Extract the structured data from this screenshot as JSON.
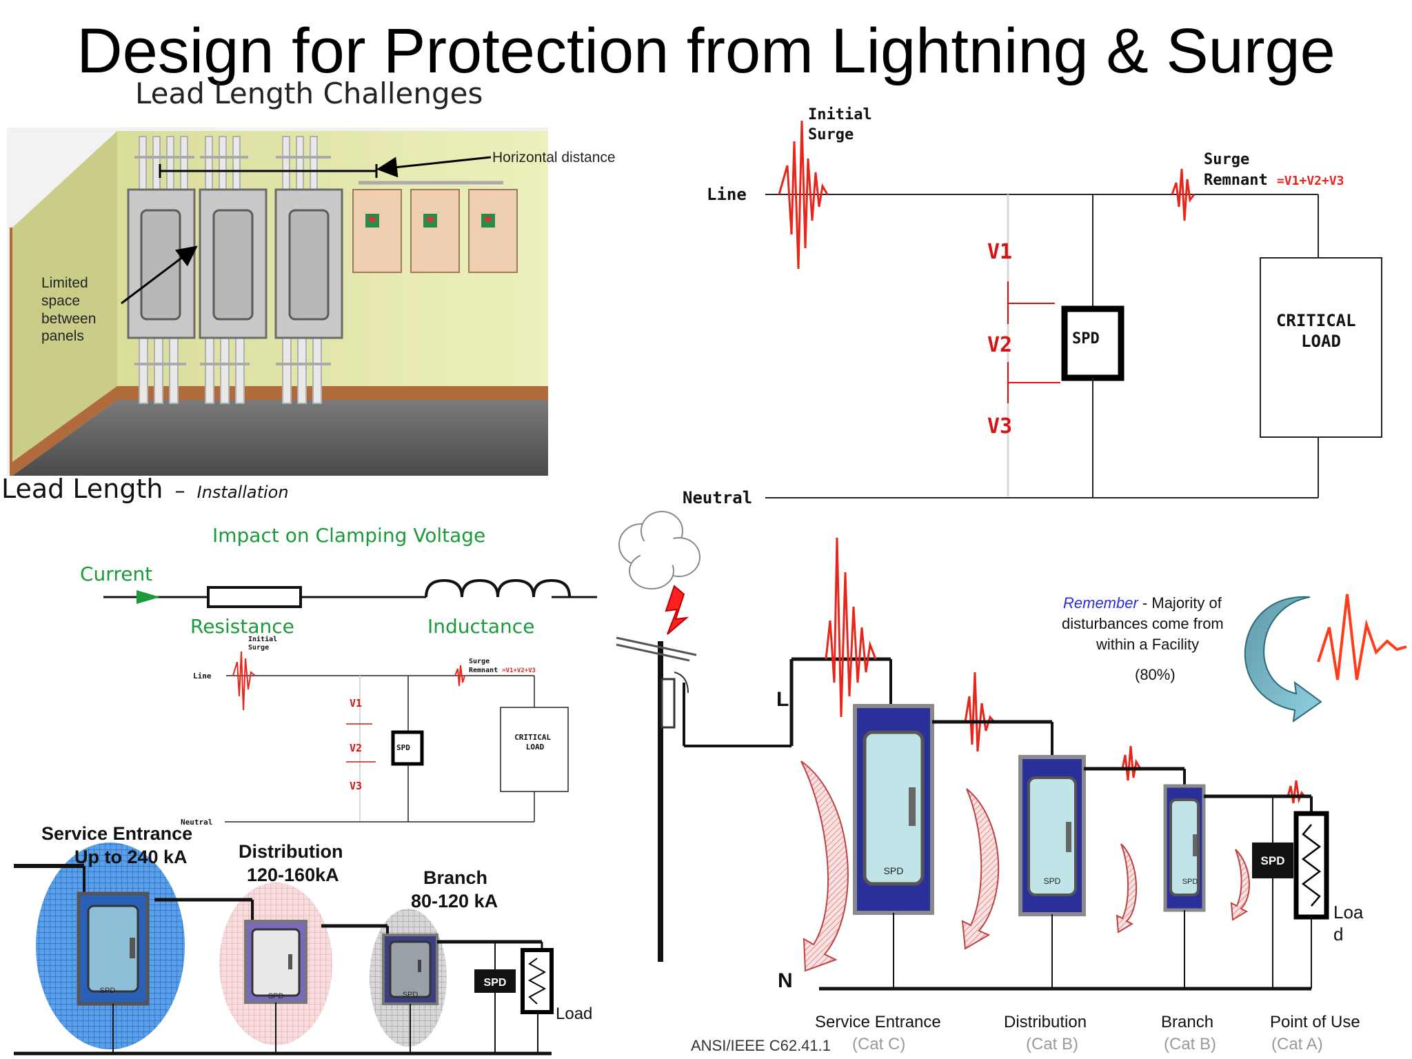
{
  "slide": {
    "title": "Design for Protection from Lightning &  Surge"
  },
  "panel_install": {
    "heading": "Lead Length Challenges",
    "horizontal_distance": "Horizontal distance",
    "limited_space_lines": [
      "Limited",
      "space",
      "between",
      "panels"
    ],
    "caption_main": "Lead Length",
    "caption_sep": "–",
    "caption_sub": "Installation"
  },
  "circuit_large": {
    "initial_surge_lines": [
      "Initial",
      "Surge"
    ],
    "line": "Line",
    "surge_remnant_label": "Surge",
    "remnant_word": "Remnant",
    "remnant_formula": "=V1+V2+V3",
    "v1": "V1",
    "v2": "V2",
    "v3": "V3",
    "spd": "SPD",
    "critical_load_lines": [
      "CRITICAL",
      "LOAD"
    ],
    "neutral": "Neutral"
  },
  "clamping": {
    "heading": "Impact on Clamping Voltage",
    "current": "Current",
    "resistance": "Resistance",
    "inductance": "Inductance"
  },
  "circuit_small": {
    "initial_surge_lines": [
      "Initial",
      "Surge"
    ],
    "line": "Line",
    "surge_remnant_label": "Surge",
    "remnant_word": "Remnant",
    "remnant_formula": "=V1+V2+V3",
    "v1": "V1",
    "v2": "V2",
    "v3": "V3",
    "spd": "SPD",
    "critical_load_lines": [
      "CRITICAL",
      "LOAD"
    ],
    "neutral": "Neutral"
  },
  "cascade_small": {
    "service_entrance": "Service Entrance",
    "service_rating": "Up to 240 kA",
    "distribution": "Distribution",
    "distribution_rating": "120-160kA",
    "branch": "Branch",
    "branch_rating": "80-120 kA",
    "spd": "SPD",
    "load": "Load"
  },
  "cascade_large": {
    "remember": "Remember",
    "remember_text_1": " -  Majority of",
    "remember_text_2": "disturbances come from",
    "remember_text_3": "within a Facility",
    "percent": "(80%)",
    "l": "L",
    "n": "N",
    "spd": "SPD",
    "load_1": "Loa",
    "load_2": "d",
    "standard": "ANSI/IEEE C62.41.1",
    "categories": [
      {
        "name": "Service Entrance",
        "cat": "(Cat C)"
      },
      {
        "name": "Distribution",
        "cat": "(Cat B)"
      },
      {
        "name": "Branch",
        "cat": "(Cat B)"
      },
      {
        "name": "Point of Use",
        "cat": "(Cat A)"
      }
    ]
  },
  "colors": {
    "surge_red": "#e8251a",
    "clamp_green": "#1a9a3a",
    "voltage_red": "#d41414",
    "panel_navy": "#2a2f9a",
    "remember_blue": "#2b2bd6"
  }
}
